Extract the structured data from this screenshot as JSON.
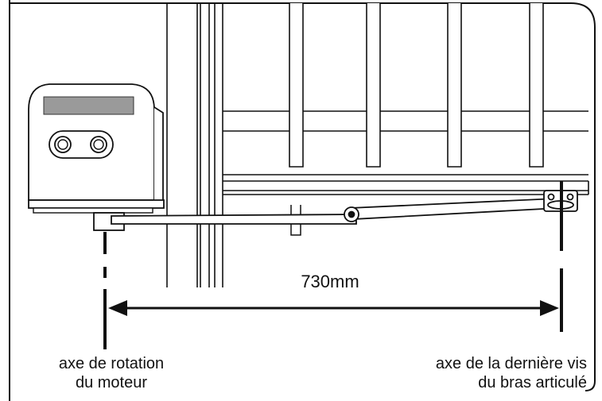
{
  "dimension": {
    "value": "730mm"
  },
  "labels": {
    "motor_axis": [
      "axe de rotation",
      "du moteur"
    ],
    "arm_screw_axis": [
      "axe de la dernière vis",
      "du bras articulé"
    ]
  },
  "colors": {
    "stroke": "#111111",
    "fill": "#ffffff",
    "window": "#9a9a9a"
  }
}
